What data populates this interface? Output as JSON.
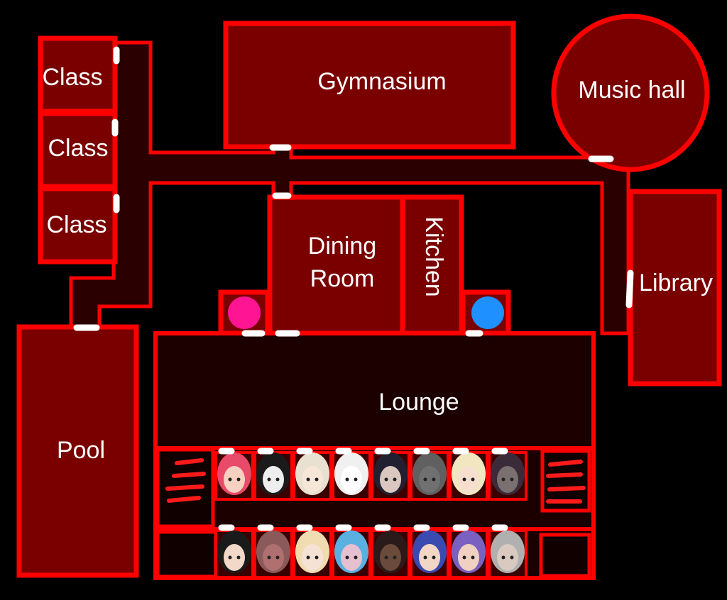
{
  "rooms": {
    "class_1": "Class",
    "class_2": "Class",
    "class_3": "Class",
    "gymnasium": "Gymnasium",
    "music_hall": "Music hall",
    "dining_room_line1": "Dining",
    "dining_room_line2": "Room",
    "kitchen": "Kitchen",
    "library": "Library",
    "lounge": "Lounge",
    "pool": "Pool"
  },
  "markers": [
    {
      "name": "pink-marker",
      "color": "#ff1493"
    },
    {
      "name": "blue-marker",
      "color": "#1e90ff"
    }
  ],
  "colors": {
    "room_fill": "#7a0000",
    "hallway_fill": "#2a0000",
    "wall": "#ff0000",
    "door": "#ffffff",
    "background": "#000000"
  },
  "bedrooms": {
    "top_row_count": 8,
    "bottom_row_count": 8
  }
}
